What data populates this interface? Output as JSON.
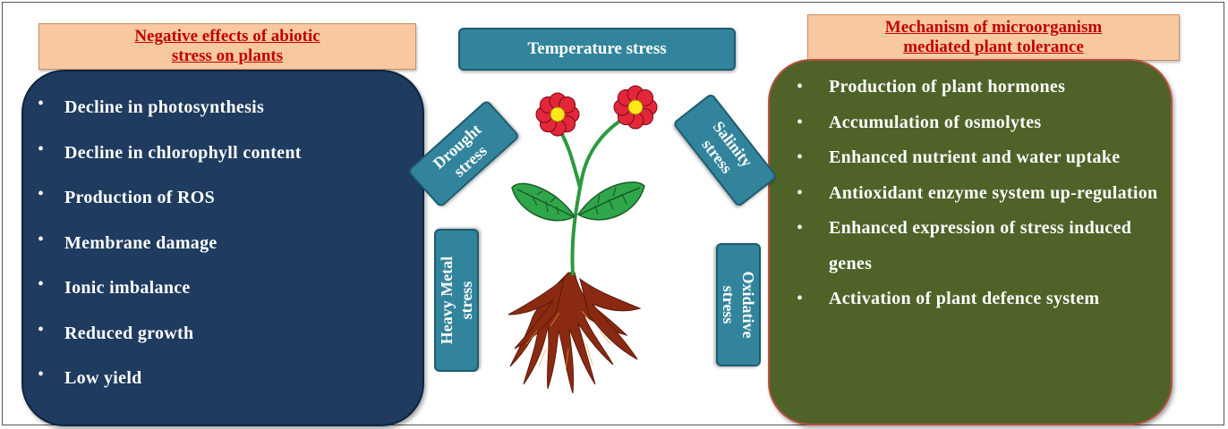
{
  "left_title": [
    "Negative effects of abiotic",
    "stress on plants"
  ],
  "left_items": [
    "Decline in photosynthesis",
    "Decline in chlorophyll content",
    "Production of ROS",
    "Membrane damage",
    "Ionic imbalance",
    "Reduced growth",
    "Low yield"
  ],
  "right_title": [
    "Mechanism of microorganism",
    "mediated plant tolerance"
  ],
  "right_items": [
    "Production of plant hormones",
    "Accumulation of  osmolytes",
    "Enhanced nutrient and water uptake",
    "Antioxidant enzyme system up-regulation",
    "Enhanced expression of stress induced genes",
    "Activation of plant defence system"
  ],
  "stress": {
    "temperature": "Temperature stress",
    "drought": [
      "Drought",
      "stress"
    ],
    "salinity": [
      "Salinity",
      "stress"
    ],
    "heavy_metal": [
      "Heavy Metal",
      "stress"
    ],
    "oxidative": [
      "Oxidative",
      "stress"
    ]
  },
  "colors": {
    "left_panel": "#1f3b5f",
    "right_panel": "#4f6228",
    "title_box": "#f8c8a0",
    "title_text": "#c00000",
    "stress_box": "#31849b",
    "petal": "#e3263a",
    "flower_center": "#ffe81a",
    "leaf": "#2fa64a",
    "root": "#8b2a12"
  },
  "icons": [
    "flower-icon",
    "leaf-icon",
    "stem-icon",
    "root-icon"
  ]
}
